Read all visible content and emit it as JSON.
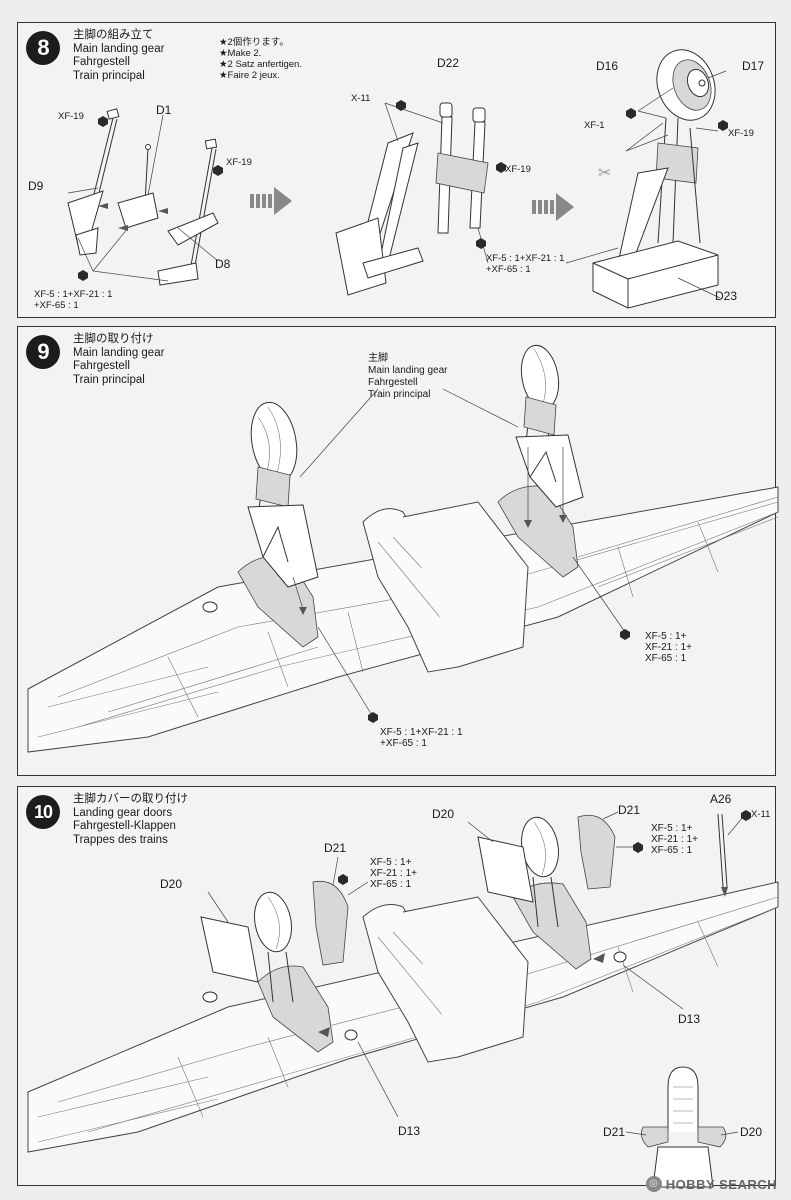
{
  "steps": [
    {
      "number": "8",
      "title_jp": "主脚の組み立て",
      "title_en": "Main landing gear",
      "title_de": "Fahrgestell",
      "title_fr": "Train principal",
      "notes": [
        "★2個作ります。",
        "★Make 2.",
        "★2 Satz anfertigen.",
        "★Faire 2 jeux."
      ],
      "parts": {
        "d1": "D1",
        "d9": "D9",
        "d8": "D8",
        "d22": "D22",
        "d16": "D16",
        "d17": "D17",
        "d23": "D23"
      },
      "paints": {
        "xf19_a": "XF-19",
        "xf19_b": "XF-19",
        "xf19_c": "XF-19",
        "xf19_d": "XF-19",
        "x11": "X-11",
        "xf1": "XF-1",
        "mix_a_1": "XF-5 : 1+XF-21 : 1",
        "mix_a_2": "+XF-65 : 1",
        "mix_b_1": "XF-5 : 1+XF-21 : 1",
        "mix_b_2": "+XF-65 : 1"
      }
    },
    {
      "number": "9",
      "title_jp": "主脚の取り付け",
      "title_en": "Main landing gear",
      "title_de": "Fahrgestell",
      "title_fr": "Train principal",
      "callout": [
        "主脚",
        "Main landing gear",
        "Fahrgestell",
        "Train principal"
      ],
      "paints": {
        "mix_c": [
          "XF-5 : 1+",
          "XF-21 : 1+",
          "XF-65 : 1"
        ],
        "mix_d_1": "XF-5 : 1+XF-21 : 1",
        "mix_d_2": "+XF-65 : 1"
      }
    },
    {
      "number": "10",
      "title_jp": "主脚カバーの取り付け",
      "title_en": "Landing gear doors",
      "title_de": "Fahrgestell-Klappen",
      "title_fr": "Trappes des trains",
      "parts": {
        "a26": "A26",
        "d20_a": "D20",
        "d21_a": "D21",
        "d20_b": "D20",
        "d21_b": "D21",
        "d13_a": "D13",
        "d13_b": "D13",
        "d21_c": "D21",
        "d20_c": "D20"
      },
      "paints": {
        "x11": "X-11",
        "mix_e": [
          "XF-5 : 1+",
          "XF-21 : 1+",
          "XF-65 : 1"
        ],
        "mix_f": [
          "XF-5 : 1+",
          "XF-21 : 1+",
          "XF-65 : 1"
        ]
      }
    }
  ],
  "watermark": "HOBBY SEARCH"
}
